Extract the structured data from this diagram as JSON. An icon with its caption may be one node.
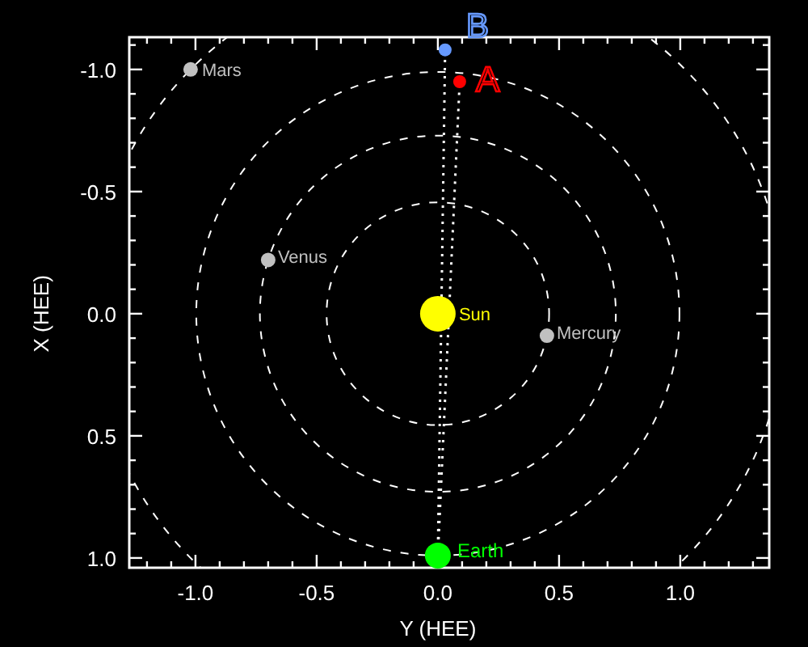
{
  "diagram": {
    "chart_data": {
      "type": "scatter",
      "xlabel": "Y (HEE)",
      "ylabel": "X (HEE)",
      "xlim": [
        -1.273,
        1.367
      ],
      "ylim": [
        1.04,
        -1.132
      ],
      "xticks": [
        {
          "value": -1.0,
          "label": "-1.0"
        },
        {
          "value": -0.5,
          "label": "-0.5"
        },
        {
          "value": 0.0,
          "label": "0.0"
        },
        {
          "value": 0.5,
          "label": "0.5"
        },
        {
          "value": 1.0,
          "label": "1.0"
        }
      ],
      "yticks": [
        {
          "value": -1.0,
          "label": "-1.0"
        },
        {
          "value": -0.5,
          "label": "-0.5"
        },
        {
          "value": 0.0,
          "label": "0.0"
        },
        {
          "value": 0.5,
          "label": "0.5"
        },
        {
          "value": 1.0,
          "label": "1.0"
        }
      ],
      "series": [
        {
          "name": "Mars",
          "color": "#c0c0c0",
          "x": [
            -1.02
          ],
          "values": [
            -1.0
          ]
        },
        {
          "name": "Venus",
          "color": "#c0c0c0",
          "x": [
            -0.7
          ],
          "values": [
            -0.22
          ]
        },
        {
          "name": "Sun",
          "color": "#ffff00",
          "x": [
            0.0
          ],
          "values": [
            0.0
          ]
        },
        {
          "name": "Mercury",
          "color": "#c0c0c0",
          "x": [
            0.45
          ],
          "values": [
            0.09
          ]
        },
        {
          "name": "Earth",
          "color": "#00ff00",
          "x": [
            0.0
          ],
          "values": [
            0.99
          ]
        },
        {
          "name": "A",
          "color": "#ff0000",
          "x": [
            0.09
          ],
          "values": [
            -0.95
          ]
        },
        {
          "name": "B",
          "color": "#6699ff",
          "x": [
            0.03
          ],
          "values": [
            -1.08
          ]
        }
      ]
    }
  }
}
